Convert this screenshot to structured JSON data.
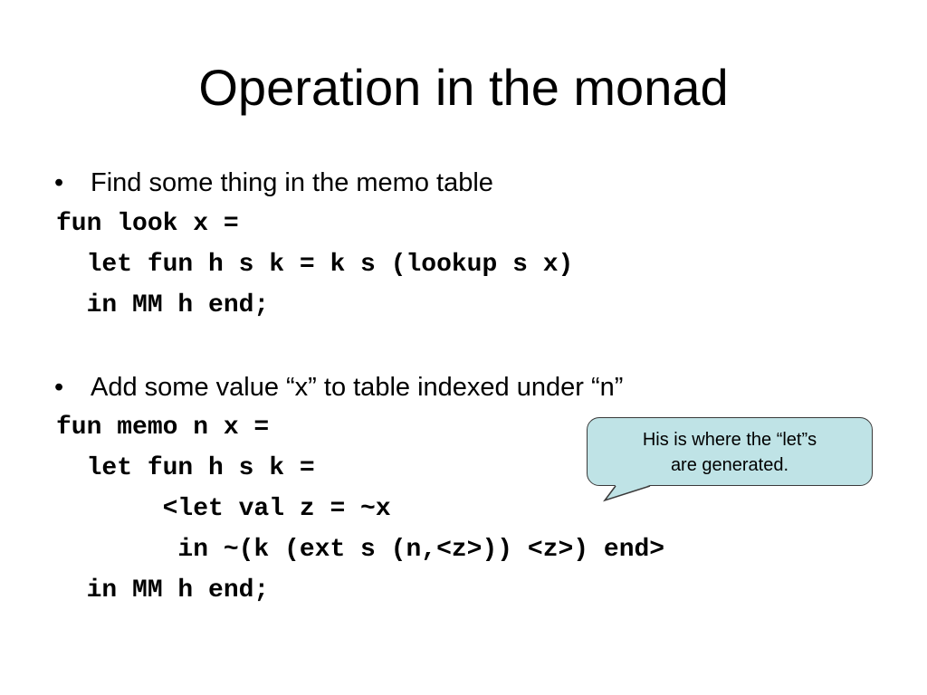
{
  "slide": {
    "title": "Operation in the monad",
    "bullet_glyph": "•",
    "section1": {
      "bullet": "Find some thing in the memo table",
      "code": [
        "fun look x =",
        "  let fun h s k = k s (lookup s x)",
        "  in MM h end;"
      ]
    },
    "section2": {
      "bullet": "Add some value “x” to table indexed under “n”",
      "code": [
        "fun memo n x =",
        "  let fun h s k =",
        "       <let val z = ~x",
        "        in ~(k (ext s (n,<z>)) <z>) end>",
        "  in MM h end;"
      ]
    },
    "callout": {
      "lines": [
        "His is where the “let”s",
        "are generated."
      ]
    }
  },
  "colors": {
    "callout_fill": "#bfe3e6",
    "callout_border": "#3a3a3a",
    "text": "#000000"
  }
}
